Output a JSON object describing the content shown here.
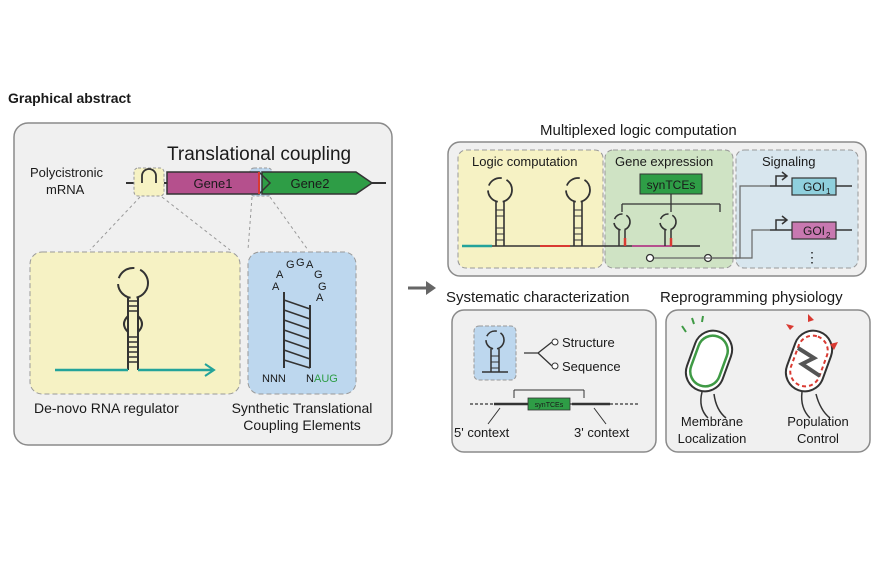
{
  "header": {
    "title": "Graphical abstract"
  },
  "left_panel": {
    "title": "Translational coupling",
    "polycistronic_line1": "Polycistronic",
    "polycistronic_line2": "mRNA",
    "gene1": "Gene1",
    "gene2": "Gene2",
    "rna_regulator_caption": "De-novo RNA regulator",
    "tce_caption_line1": "Synthetic Translational",
    "tce_caption_line2": "Coupling Elements",
    "loop_letters": [
      "A",
      "G",
      "G",
      "A",
      "G",
      "A",
      "G",
      "A"
    ],
    "nnn": "NNN",
    "n_start": "N",
    "aug": "AUG"
  },
  "right_top": {
    "title": "Multiplexed logic computation",
    "logic": "Logic computation",
    "gene_expression": "Gene expression",
    "syntces": "synTCEs",
    "signaling": "Signaling",
    "goi1": "GOI",
    "goi1_sub": "1",
    "goi2": "GOI",
    "goi2_sub": "2",
    "ellipsis": "⋮"
  },
  "right_bottom_left": {
    "title": "Systematic characterization",
    "structure": "Structure",
    "sequence": "Sequence",
    "syntces_small": "synTCEs",
    "context5": "5' context",
    "context3": "3' context"
  },
  "right_bottom_right": {
    "title": "Reprogramming physiology",
    "membrane_line1": "Membrane",
    "membrane_line2": "Localization",
    "population_line1": "Population",
    "population_line2": "Control"
  },
  "colors": {
    "panel_bg": "#f0f0f0",
    "panel_border": "#8a8a8a",
    "yellow_box": "#f6f2c4",
    "blue_box": "#bdd7ee",
    "green_box": "#cfe3c4",
    "gene1": "#b5508d",
    "gene2": "#2e9d46",
    "teal": "#23a39a",
    "red": "#d93a32"
  }
}
